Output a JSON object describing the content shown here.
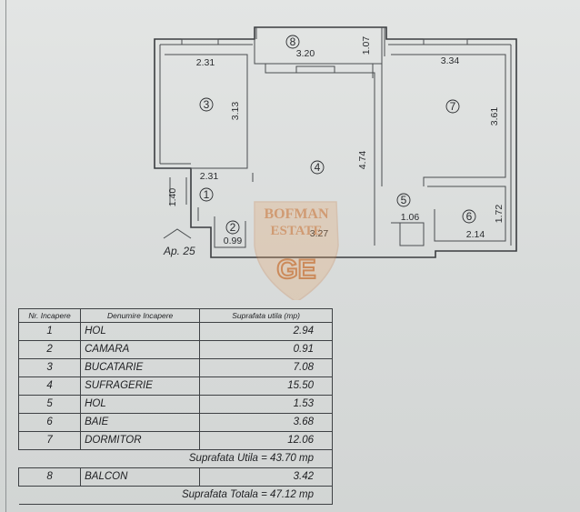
{
  "plan": {
    "apartment_label": "Ap. 25",
    "watermark": {
      "line1": "BOFMAN",
      "line2": "ESTATE",
      "logo": "GE"
    },
    "rooms": [
      {
        "id": "room-1",
        "num": "1"
      },
      {
        "id": "room-2",
        "num": "2"
      },
      {
        "id": "room-3",
        "num": "3"
      },
      {
        "id": "room-4",
        "num": "4"
      },
      {
        "id": "room-5",
        "num": "5"
      },
      {
        "id": "room-6",
        "num": "6"
      },
      {
        "id": "room-7",
        "num": "7"
      },
      {
        "id": "room-8",
        "num": "8"
      }
    ],
    "dimensions": {
      "balcony_width": "3.20",
      "balcony_depth": "1.07",
      "kitchen_width": "2.31",
      "kitchen_depth": "3.13",
      "hall_width": "2.31",
      "hall_depth": "1.40",
      "pantry_width": "0.99",
      "living_width": "3.27",
      "living_depth": "4.74",
      "bedroom_width": "3.34",
      "bedroom_depth": "3.61",
      "hall2_width": "1.06",
      "bath_width": "2.14",
      "bath_depth": "1.72"
    }
  },
  "table": {
    "headers": [
      "Nr. Incapere",
      "Denumire Incapere",
      "Suprafata utila (mp)"
    ],
    "rows": [
      {
        "nr": "1",
        "name": "HOL",
        "area": "2.94"
      },
      {
        "nr": "2",
        "name": "CAMARA",
        "area": "0.91"
      },
      {
        "nr": "3",
        "name": "BUCATARIE",
        "area": "7.08"
      },
      {
        "nr": "4",
        "name": "SUFRAGERIE",
        "area": "15.50"
      },
      {
        "nr": "5",
        "name": "HOL",
        "area": "1.53"
      },
      {
        "nr": "6",
        "name": "BAIE",
        "area": "3.68"
      },
      {
        "nr": "7",
        "name": "DORMITOR",
        "area": "12.06"
      }
    ],
    "useful_total": "Suprafata Utila = 43.70 mp",
    "balcony_row": {
      "nr": "8",
      "name": "BALCON",
      "area": "3.42"
    },
    "grand_total": "Suprafata Totala = 47.12 mp"
  }
}
